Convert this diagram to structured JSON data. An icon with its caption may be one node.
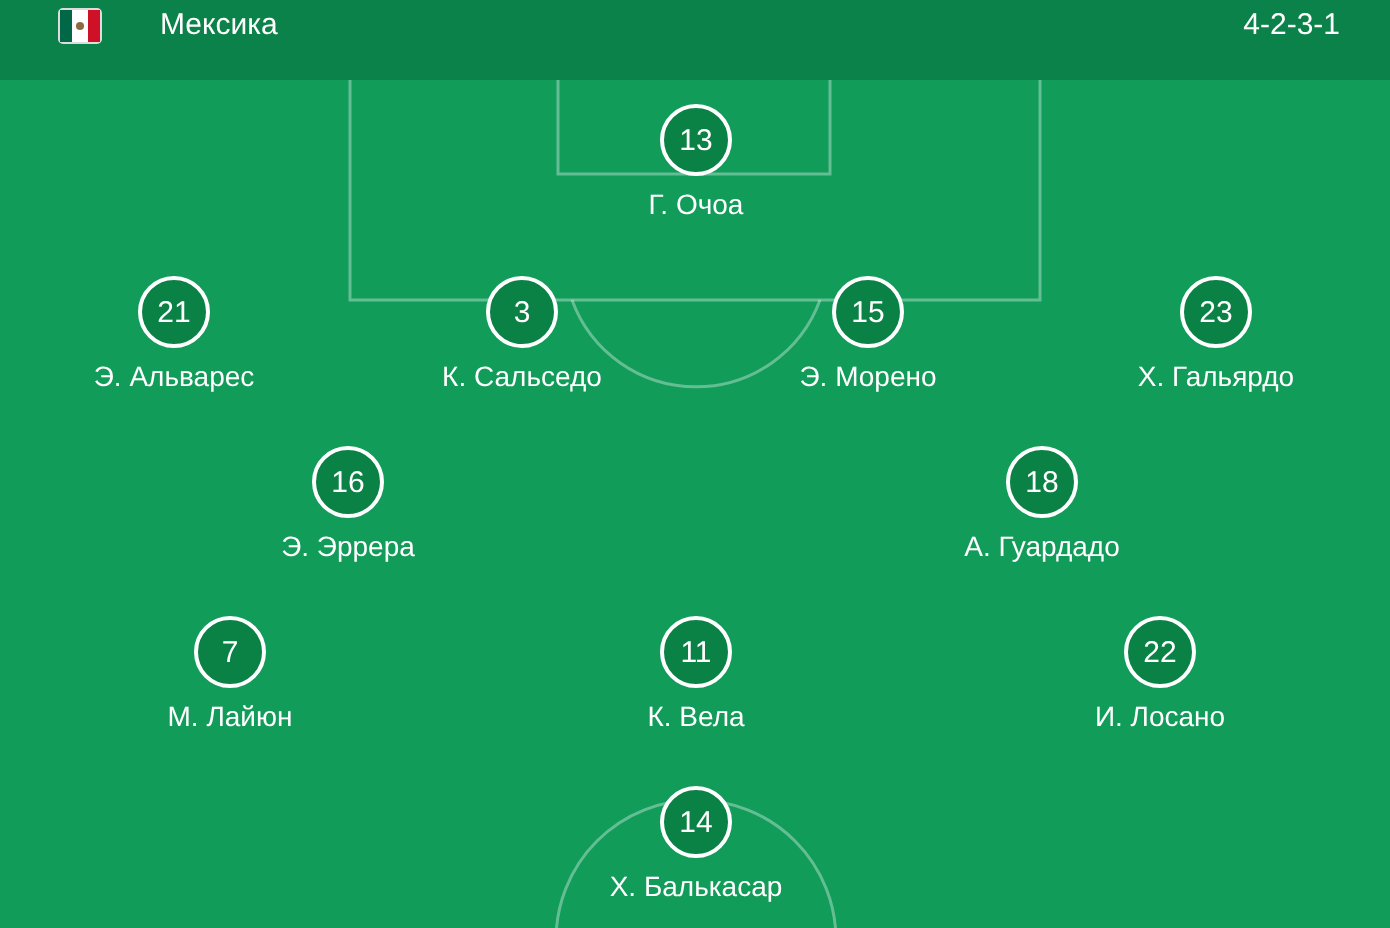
{
  "diagram": {
    "title": "Мексика",
    "nodes": [
      {
        "text": [
          "13"
        ],
        "beside": [
          "Г. Очоа"
        ]
      },
      {
        "text": [
          "21"
        ],
        "beside": [
          "Э. Альварес"
        ]
      },
      {
        "text": [
          "3"
        ],
        "beside": [
          "К. Сальседо"
        ]
      },
      {
        "text": [
          "15"
        ],
        "beside": [
          "Э. Морено"
        ]
      },
      {
        "text": [
          "23"
        ],
        "beside": [
          "Х. Гальярдо"
        ]
      },
      {
        "text": [
          "16"
        ],
        "beside": [
          "Э. Эррера"
        ]
      },
      {
        "text": [
          "18"
        ],
        "beside": [
          "А. Гуардадо"
        ]
      },
      {
        "text": [
          "7"
        ],
        "beside": [
          "М. Лайюн"
        ]
      },
      {
        "text": [
          "11"
        ],
        "beside": [
          "К. Вела"
        ]
      },
      {
        "text": [
          "22"
        ],
        "beside": [
          "И. Лосано"
        ]
      },
      {
        "text": [
          "14"
        ],
        "beside": [
          "Х. Балькасар"
        ]
      }
    ],
    "labels": [
      "4-2-3-1"
    ]
  }
}
